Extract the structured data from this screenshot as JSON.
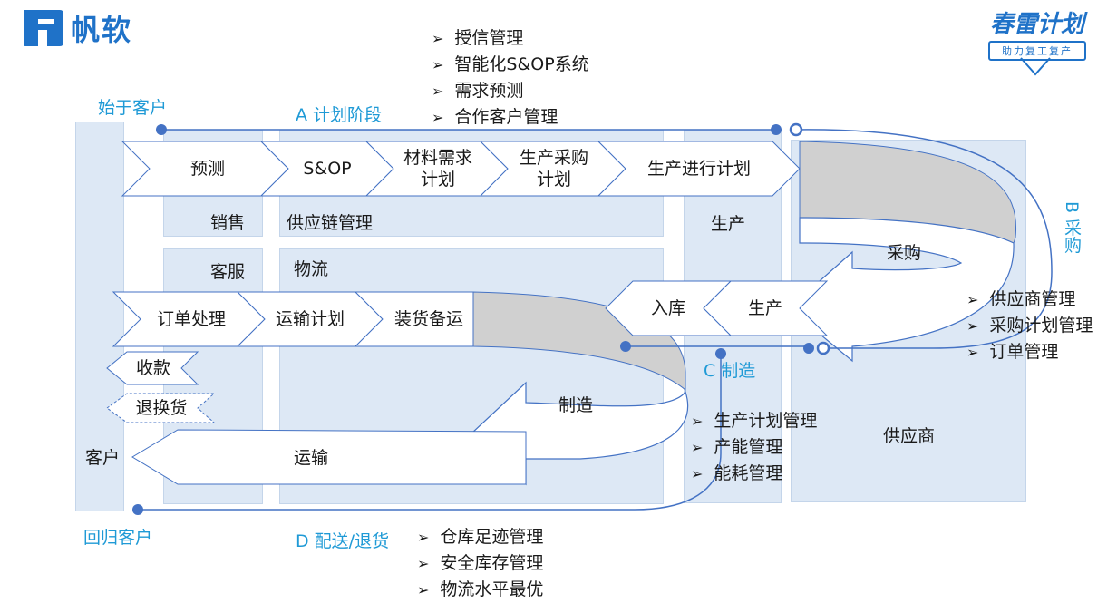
{
  "brand": {
    "name": "帆软",
    "color": "#1f72c8"
  },
  "badge": {
    "title": "春雷计划",
    "subtitle": "助力复工复产",
    "color": "#1f72c8"
  },
  "phases": {
    "a": {
      "label": "A 计划阶段",
      "items": [
        "授信管理",
        "智能化S&OP系统",
        "需求预测",
        "合作客户管理"
      ]
    },
    "b": {
      "label": "B 采购",
      "items": [
        "供应商管理",
        "采购计划管理",
        "订单管理"
      ]
    },
    "c": {
      "label": "C 制造",
      "items": [
        "生产计划管理",
        "产能管理",
        "能耗管理"
      ]
    },
    "d": {
      "label": "D 配送/退货",
      "items": [
        "仓库足迹管理",
        "安全库存管理",
        "物流水平最优"
      ]
    }
  },
  "endpoints": {
    "start": "始于客户",
    "end": "回归客户"
  },
  "zones": {
    "customer": "客户",
    "sales": "销售",
    "service": "客服",
    "supply_chain": "供应链管理",
    "logistics": "物流",
    "production": "生产",
    "supplier": "供应商"
  },
  "plan_steps": [
    "预测",
    "S&OP",
    "材料需求计划",
    "生产采购计划",
    "生产进行计划"
  ],
  "order_steps": [
    "订单处理",
    "运输计划",
    "装货备运"
  ],
  "payment": {
    "collect": "收款",
    "returns": "退换货"
  },
  "flows": {
    "purchase": "采购",
    "warehouse_in": "入库",
    "produce": "生产",
    "manufacture": "制造",
    "transport": "运输"
  },
  "colors": {
    "accent": "#1f9ad6",
    "line": "#4472c4",
    "zone": "#dde8f5",
    "band": "#d0d0d0"
  }
}
